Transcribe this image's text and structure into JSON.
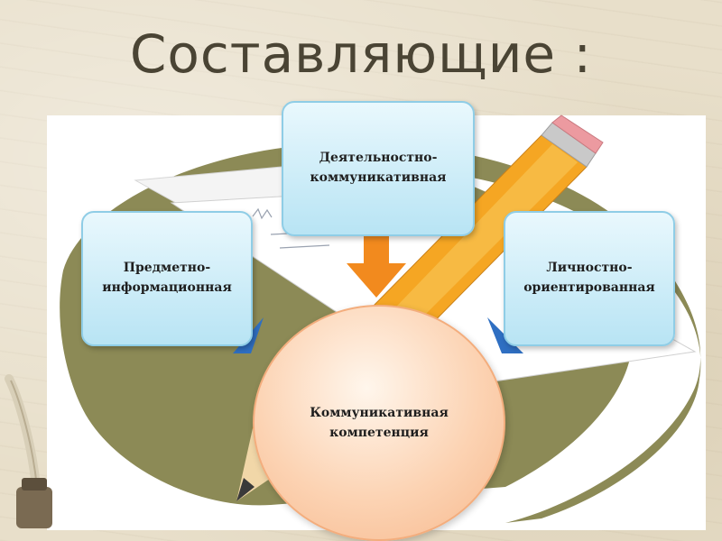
{
  "title": "Составляющие :",
  "nodes": {
    "top": "Деятельностно-\nкоммуникативная",
    "left": "Предметно-\nинформационная",
    "right": "Личностно-\nориентированная",
    "center": "Коммуникативная\nкомпетенция"
  },
  "colors": {
    "box_fill": "#cdeef9",
    "circle_fill": "#fcd3b3",
    "arrow_orange": "#f28a1e",
    "arrow_blue": "#2f6fc2",
    "swoosh_olive": "#8c8a56"
  }
}
